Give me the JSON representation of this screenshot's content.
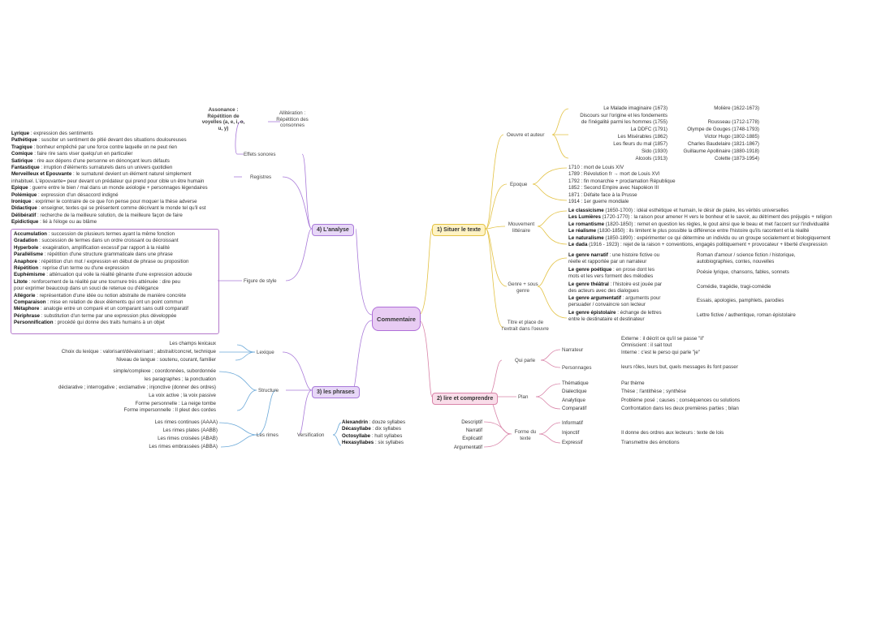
{
  "root": "Commentaire",
  "branches": {
    "analyse": "4) L'analyse",
    "situer": "1) Situer le texte",
    "phrases": "3) les phrases",
    "lire": "2) lire et comprendre"
  },
  "analyse": {
    "effets_sonores": "Effets sonores",
    "assonance": "Assonance : Répétition de voyelles (a, e, i, o, u, y)",
    "alliteration": "Allitération : Répétition des consonnes",
    "registres": "Registres",
    "registres_list": [
      {
        "k": "Lyrique",
        "v": " : expression des sentiments"
      },
      {
        "k": "Pathétique",
        "v": " : susciter un sentiment de pitié devant des situations douloureuses"
      },
      {
        "k": "Tragique",
        "v": " : bonheur empêché par une force contre laquelle on ne peut rien"
      },
      {
        "k": "Comique",
        "v": " : faire rire sans viser quelqu'un en particulier"
      },
      {
        "k": "Satirique",
        "v": " : rire aux dépens d'une personne en dénonçant leurs défauts"
      },
      {
        "k": "Fantastique",
        "v": " : irruption d'éléments surnaturels dans un univers quotidien"
      },
      {
        "k": "Merveilleux et Epouvante",
        "v": " : le surnaturel devient un élément naturel simplement"
      },
      {
        "k": "",
        "v": "inhabituel. L'épouvante= peur devant un prédateur qui prend pour cible un être humain"
      },
      {
        "k": "Epique",
        "v": " : guerre entre le bien / mal dans un monde axiologie + personnages légendaires"
      },
      {
        "k": "Polémique",
        "v": " : expression d'un désaccord indigné"
      },
      {
        "k": "Ironique",
        "v": " : exprimer le contraire de ce que l'on pense pour moquer la thèse adverse"
      },
      {
        "k": "Didactique",
        "v": " : enseigner, textes qui se présentent comme décrivant le monde tel qu'il est"
      },
      {
        "k": "Délibératif",
        "v": " : recherche de la meilleure solution, de la meilleure façon de faire"
      },
      {
        "k": "Epidictique",
        "v": " : lié à l'éloge ou au blâme"
      }
    ],
    "figures_de_style": "Figure de style",
    "figures_list": [
      {
        "k": "Accumulation",
        "v": " : succession de plusieurs termes ayant la même fonction"
      },
      {
        "k": "Gradation",
        "v": " : succession de termes dans un ordre croissant ou décroissant"
      },
      {
        "k": "Hyperbole",
        "v": " : exagération, amplification excessif par rapport à la réalité"
      },
      {
        "k": "Parallélisme",
        "v": " : répétition d'une structure grammaticale dans une phrase"
      },
      {
        "k": "Anaphore",
        "v": " : répétition d'un mot / expression en début de phrase ou proposition"
      },
      {
        "k": "Répétition",
        "v": " : reprise d'un terme ou d'une expression"
      },
      {
        "k": "Euphémisme",
        "v": " : atténuation qui voile la réalité gênante d'une expression adoucie"
      },
      {
        "k": "Litote",
        "v": " : renforcement de la réalité par une tournure très atténuée : dire peu"
      },
      {
        "k": "",
        "v": "pour exprimer beaucoup dans un souci de retenue ou d'élégance"
      },
      {
        "k": "Allégorie",
        "v": " : représentation d'une idée ou notion abstraite de manière concrète"
      },
      {
        "k": "Comparaison",
        "v": " : mise en relation de deux éléments qui ont un point commun"
      },
      {
        "k": "Métaphore",
        "v": " : analogie entre un comparé et un comparant sans outil comparatif"
      },
      {
        "k": "Périphrase",
        "v": " : substitution d'un terme par une expression plus développée"
      },
      {
        "k": "Personnification",
        "v": " : procédé qui donne des traits humains à un objet"
      }
    ]
  },
  "situer": {
    "oeuvre": "Oeuvre et auteur",
    "oeuvres": [
      {
        "w": "Le Malade imaginaire (1673)",
        "a": "Molière (1622-1673)"
      },
      {
        "w": "Discours sur l'origine et les fondements",
        "a": ""
      },
      {
        "w": "de l'inégalité parmi les hommes (1755)",
        "a": "Rousseau (1712-1778)"
      },
      {
        "w": "La DDFC (1791)",
        "a": "Olympe de Gouges (1748-1793)"
      },
      {
        "w": "Les Misérables (1862)",
        "a": "Victor Hugo (1802-1885)"
      },
      {
        "w": "Les fleurs du mal (1857)",
        "a": "Charles Baudelaire (1821-1867)"
      },
      {
        "w": "Sido (1930)",
        "a": "Guillaume Apollinaire (1880-1918)"
      },
      {
        "w": "Alcools (1913)",
        "a": "Colette (1873-1954)"
      }
    ],
    "epoque": "Epoque",
    "epoque_list": [
      "1710 : mort de Louis XIV",
      "1789 : Révolution fr → mort de Louis XVI",
      "1792 : fin monarchie + proclamation République",
      "1852 : Second Empire avec Napoléon III",
      "1871 : Défaite face à la Prusse",
      "1914 : 1er guerre mondiale"
    ],
    "mouvement": "Mouvement littéraire",
    "mouvement_list": [
      {
        "k": "Le classicisme",
        "v": " (1650-1700) : idéal esthétique et humain, le désir de plaire, les vérités universelles"
      },
      {
        "k": "Les Lumières",
        "v": " (1720-1770) : la raison pour amener H vers le bonheur et le savoir, au détriment des préjugés + religion"
      },
      {
        "k": "Le romantisme",
        "v": " (1820-1850) : remet en question les règles, le gout ainsi que le beau et met l'accent sur l'individualité"
      },
      {
        "k": "Le réalisme",
        "v": " (1830-1850) : ils limitent le plus possible la différence entre l'histoire qu'ils racontent et la réalité"
      },
      {
        "k": "Le naturalisme",
        "v": " (1850-1890) : expérimenter ce qui détermine un individu ou un groupe socialement et biologiquement"
      },
      {
        "k": "Le dada",
        "v": " (1916 - 1923) : rejet de la raison + conventions, engagés politiquement + provocateur + liberté d'expression"
      }
    ],
    "genre": "Genre + sous genre",
    "genre_list": [
      {
        "k": "Le genre narratif",
        "v": " : une histoire fictive ou",
        "v2": "réelle et rapportée par un narrateur",
        "s": "Roman d'amour / science fiction / historique,",
        "s2": "autobiographies, contes, nouvelles"
      },
      {
        "k": "Le genre poétique",
        "v": " : en prose dont les",
        "v2": "mots et les vers forment des mélodies",
        "s": "Poésie lyrique, chansons, fables, sonnets",
        "s2": ""
      },
      {
        "k": "Le genre théâtral",
        "v": " : l'histoire est jouée par",
        "v2": "des acteurs avec des dialogues",
        "s": "Comédie, tragédie, tragi-comédie",
        "s2": ""
      },
      {
        "k": "Le genre argumentatif",
        "v": " : arguments pour",
        "v2": "persuader / convaincre son lecteur",
        "s": "Essais, apologies, pamphlets, parodies",
        "s2": ""
      },
      {
        "k": "Le genre épistolaire",
        "v": " : échange de lettres",
        "v2": "entre le destinataire et destinateur",
        "s": "Lettre fictive / authentique, roman épistolaire",
        "s2": ""
      }
    ],
    "titre": "Titre et place de l'extrait dans l'oeuvre"
  },
  "phrases": {
    "lexique": "Lexique",
    "lexique_list": [
      "Les champs lexicaux",
      "Choix du lexique : valorisant/dévalorisant ; abstrait/concret, technique",
      "Niveau de langue : soutenu, courant, familier"
    ],
    "structure": "Structure",
    "structure_list": [
      "simple/complexe ; coordonnées, subordonnée",
      "les paragraphes ; la ponctuation",
      "déclarative ; interrogative ; exclamative ; injonctive (donner des ordres)",
      "La voix active ; la voix passive",
      "Forme personnelle : La neige tombe",
      "Forme impersonnelle : Il pleut des cordes"
    ],
    "rimes": "Les rimes",
    "rimes_list": [
      "Les rimes continues (AAAA)",
      "Les rimes plates (AABB)",
      "Les rimes croisées (ABAB)",
      "Les rimes embrassées (ABBA)"
    ],
    "versification": "Versification",
    "vers_list": [
      {
        "k": "Alexandrin",
        "v": " : douze syllabes"
      },
      {
        "k": "Décasyllabe",
        "v": " : dix syllabes"
      },
      {
        "k": "Octosyllabe",
        "v": " : huit syllabes"
      },
      {
        "k": "Hexasyllabes",
        "v": " : six syllabes"
      }
    ]
  },
  "lire": {
    "qui_parle": "Qui parle",
    "narrateur": "Narrateur",
    "narrateur_list": [
      "Externe : il décrit ce qu'il se passe \"il\"",
      "Omniscient : il sait tout",
      "Interne : c'est le perso qui parle \"je\""
    ],
    "personnages": "Personnages",
    "personnages_text": "leurs rôles, leurs but, quels messages ils font passer",
    "plan": "Plan",
    "plan_list": [
      {
        "k": "Thématique",
        "v": "Par thème"
      },
      {
        "k": "Dialectique",
        "v": "Thèse ; l'antithèse ; synthèse"
      },
      {
        "k": "Analytique",
        "v": "Problème posé ; causes ; conséquences ou solutions"
      },
      {
        "k": "Comparatif",
        "v": "Confrontation dans les deux premières parties ; bilan"
      }
    ],
    "forme": "Forme du texte",
    "forme_left": [
      "Descriptif",
      "Narratif",
      "Explicatif",
      "Argumentatif"
    ],
    "forme_right": [
      {
        "k": "Informatif",
        "v": ""
      },
      {
        "k": "Injonctif",
        "v": "Il donne des ordres aux lecteurs : texte de lois"
      },
      {
        "k": "Expressif",
        "v": "Transmettre des émotions"
      }
    ]
  }
}
